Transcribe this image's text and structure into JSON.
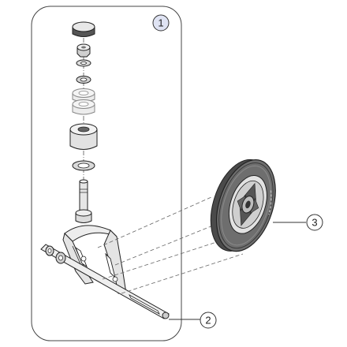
{
  "callouts": [
    {
      "number": "1"
    },
    {
      "number": "2"
    },
    {
      "number": "3"
    }
  ],
  "colors": {
    "line": "#2a2a2a",
    "badge_fill": "#dfe3f3",
    "tire": "#6e6e6e",
    "tire_dark": "#4a4a4a",
    "metal": "#d9d9d9",
    "metal_dark": "#8c8c8c"
  }
}
